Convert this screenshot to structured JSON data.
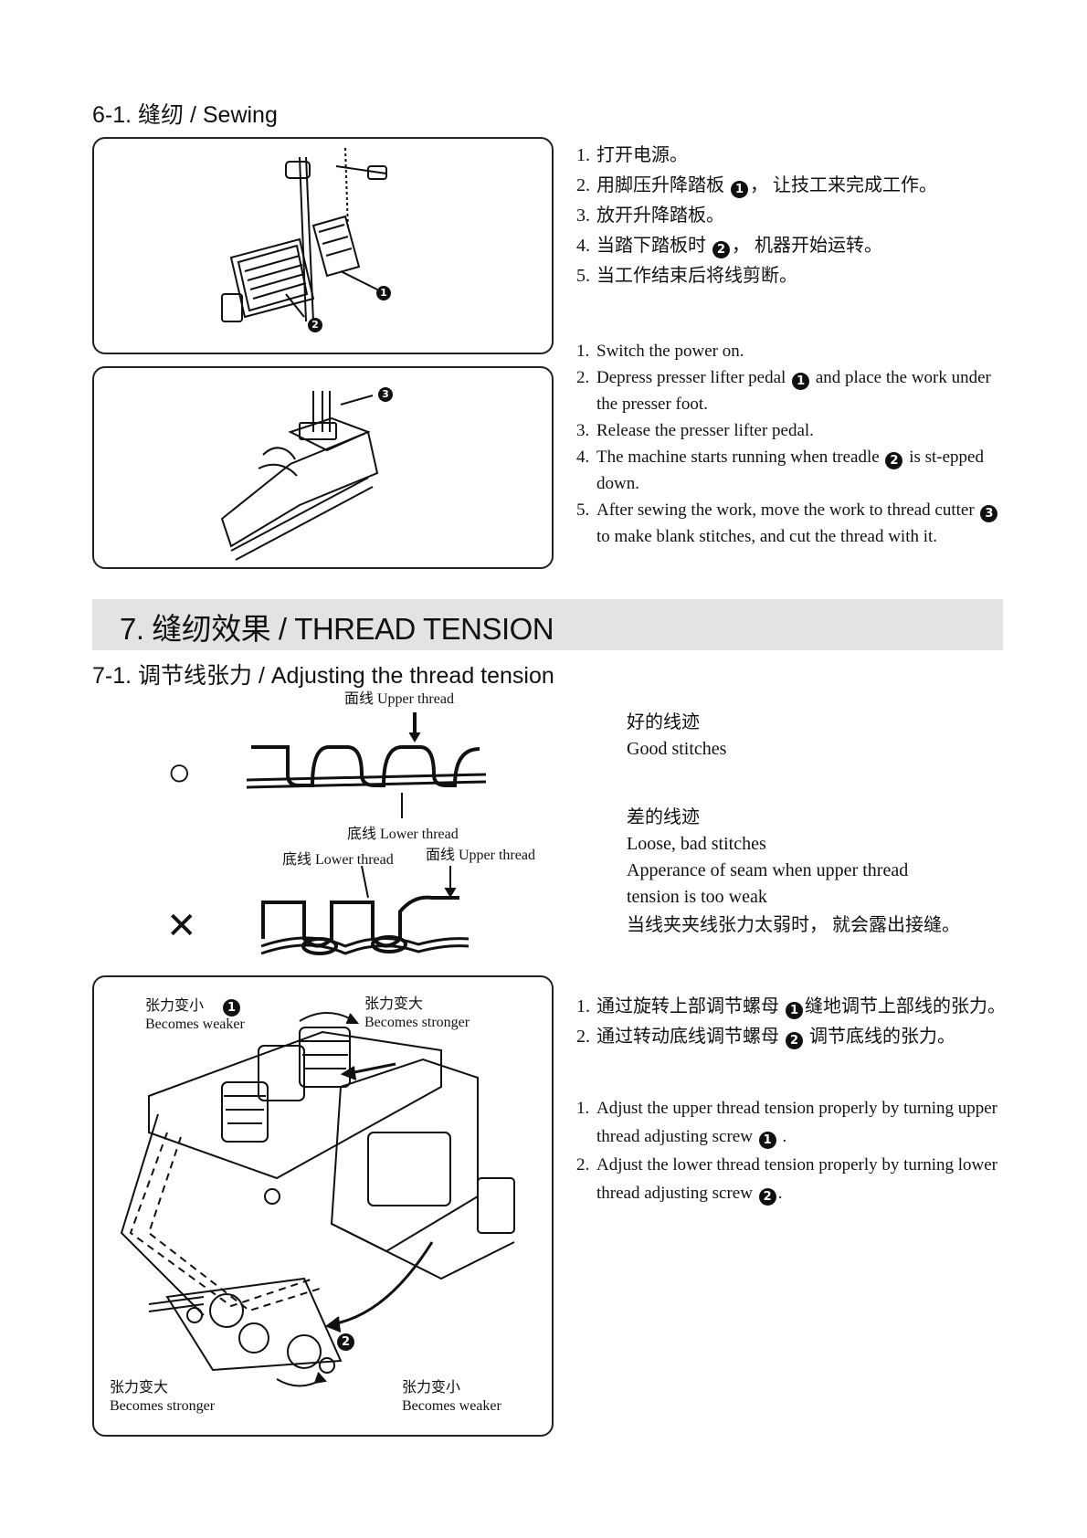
{
  "section_6_1": {
    "heading": "6-1. 缝纫 / Sewing",
    "steps_zh": [
      {
        "num": "1.",
        "text": "打开电源。"
      },
      {
        "num": "2.",
        "pre": "用脚压升降踏板",
        "marker": "1",
        "post": "，  让技工来完成工作。"
      },
      {
        "num": "3.",
        "text": "放开升降踏板。"
      },
      {
        "num": "4.",
        "pre": "当踏下踏板时",
        "marker": "2",
        "post": "，  机器开始运转。"
      },
      {
        "num": "5.",
        "text": "当工作结束后将线剪断。"
      }
    ],
    "steps_en": [
      {
        "num": "1.",
        "text": "Switch the power on."
      },
      {
        "num": "2.",
        "pre": "Depress presser lifter pedal",
        "marker": "1",
        "post": "and place the work under the presser foot."
      },
      {
        "num": "3.",
        "text": "Release the presser lifter pedal."
      },
      {
        "num": "4.",
        "pre": "The machine starts running when treadle",
        "marker": "2",
        "post": "is st-epped down."
      },
      {
        "num": "5.",
        "pre": "After sewing the work, move the work to thread cutter",
        "marker": "3",
        "post": "to make blank stitches, and cut the thread with it."
      }
    ],
    "figure1_callouts": [
      "1",
      "2"
    ],
    "figure2_callouts": [
      "3"
    ]
  },
  "section_7": {
    "band_title": "7. 缝纫效果 / THREAD TENSION",
    "sub_heading": "7-1. 调节线张力 / Adjusting the thread tension",
    "good": {
      "symbol": "○",
      "label_upper": "面线  Upper thread",
      "label_lower": "底线  Lower thread",
      "title_zh": "好的线迹",
      "title_en": "Good stitches"
    },
    "bad": {
      "symbol": "✕",
      "label_lower": "底线  Lower thread",
      "label_upper": "面线  Upper thread",
      "title_zh": "差的线迹",
      "line1": "Loose, bad stitches",
      "line2": "Apperance of seam when upper thread",
      "line3": "tension is too weak",
      "line4": "当线夹夹线张力太弱时，  就会露出接缝。"
    },
    "tension_figure": {
      "tl_zh": "张力变小",
      "tl_en": "Becomes weaker",
      "tr_zh": "张力变大",
      "tr_en": "Becomes stronger",
      "bl_zh": "张力变大",
      "bl_en": "Becomes stronger",
      "br_zh": "张力变小",
      "br_en": "Becomes weaker",
      "callouts": [
        "1",
        "2"
      ]
    },
    "steps_zh": [
      {
        "num": "1.",
        "pre": "通过旋转上部调节螺母",
        "marker": "1",
        "post": "缝地调节上部线的张力。"
      },
      {
        "num": "2.",
        "pre": "通过转动底线调节螺母",
        "marker": "2",
        "post": "调节底线的张力。"
      }
    ],
    "steps_en": [
      {
        "num": "1.",
        "pre": "Adjust the upper thread tension properly by turning upper thread adjusting screw",
        "marker": "1",
        "post": "."
      },
      {
        "num": "2.",
        "pre": "Adjust the lower thread tension properly by turning lower thread adjusting screw",
        "marker": "2",
        "post": "."
      }
    ]
  }
}
